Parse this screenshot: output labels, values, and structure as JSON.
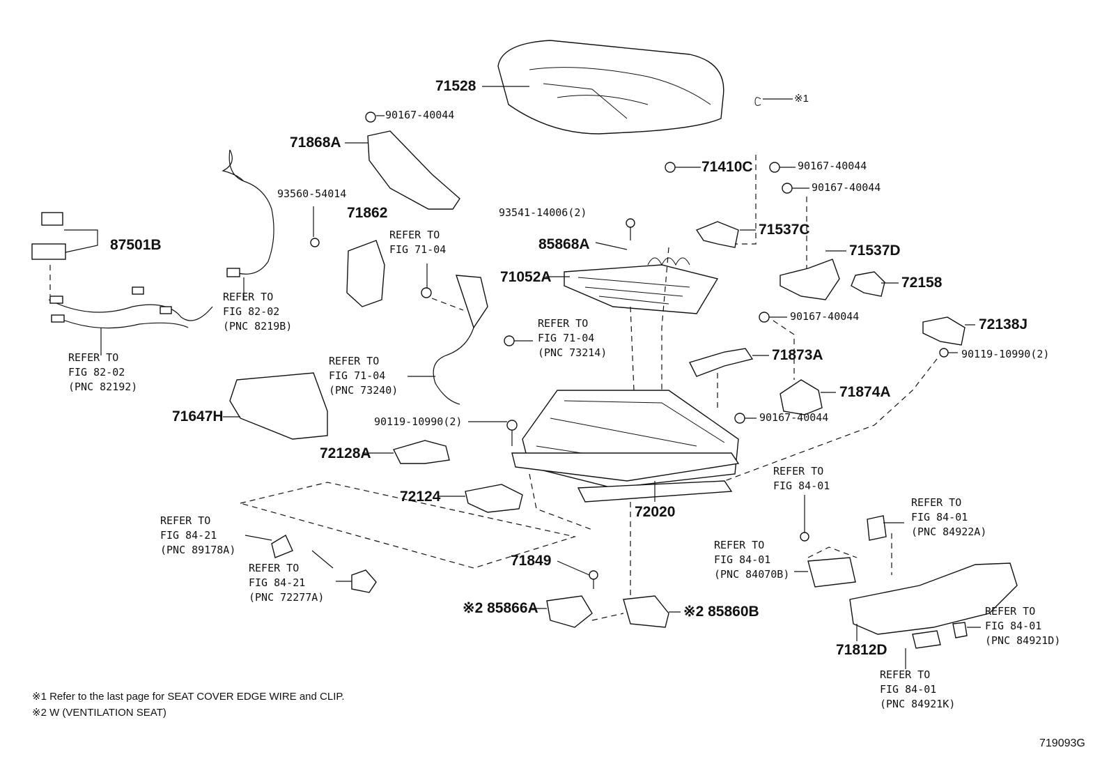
{
  "labels": {
    "p71528": "71528",
    "p71868A": "71868A",
    "p90167_a": "90167-40044",
    "p71410C": "71410C",
    "p90167_b": "90167-40044",
    "p90167_c": "90167-40044",
    "p87501B": "87501B",
    "p93560": "93560-54014",
    "p71862": "71862",
    "p93541": "93541-14006(2)",
    "p85868A": "85868A",
    "p71052A": "71052A",
    "p71537C": "71537C",
    "p71537D": "71537D",
    "p72158": "72158",
    "p90167_d": "90167-40044",
    "p72138J": "72138J",
    "p71873A": "71873A",
    "p90119_a": "90119-10990(2)",
    "p71874A": "71874A",
    "p90167_e": "90167-40044",
    "p71647H": "71647H",
    "p90119_b": "90119-10990(2)",
    "p72128A": "72128A",
    "p72124": "72124",
    "p72020": "72020",
    "p71849": "71849",
    "p85866A": "※2 85866A",
    "p85860B": "※2 85860B",
    "p71812D": "71812D",
    "mark1": "※1"
  },
  "refs": {
    "r_fig7104_a": "REFER TO\nFIG 71-04",
    "r_fig8202_a": "REFER TO\nFIG 82-02\n(PNC 8219B)",
    "r_fig8202_b": "REFER TO\nFIG 82-02\n(PNC 82192)",
    "r_fig7104_b": "REFER TO\nFIG 71-04\n(PNC 73214)",
    "r_fig7104_c": "REFER TO\nFIG 71-04\n(PNC 73240)",
    "r_fig8401_a": "REFER TO\nFIG 84-01",
    "r_fig8401_b": "REFER TO\nFIG 84-01\n(PNC 84922A)",
    "r_fig8421_a": "REFER TO\nFIG 84-21\n(PNC 89178A)",
    "r_fig8421_b": "REFER TO\nFIG 84-21\n(PNC 72277A)",
    "r_fig8401_c": "REFER TO\nFIG 84-01\n(PNC 84070B)",
    "r_fig8401_d": "REFER TO\nFIG 84-01\n(PNC 84921D)",
    "r_fig8401_e": "REFER TO\nFIG 84-01\n(PNC 84921K)"
  },
  "notes": {
    "note1": "※1  Refer to the last page for SEAT COVER EDGE WIRE and CLIP.",
    "note2": "※2  W (VENTILATION  SEAT)"
  },
  "figure_id": "719093G"
}
